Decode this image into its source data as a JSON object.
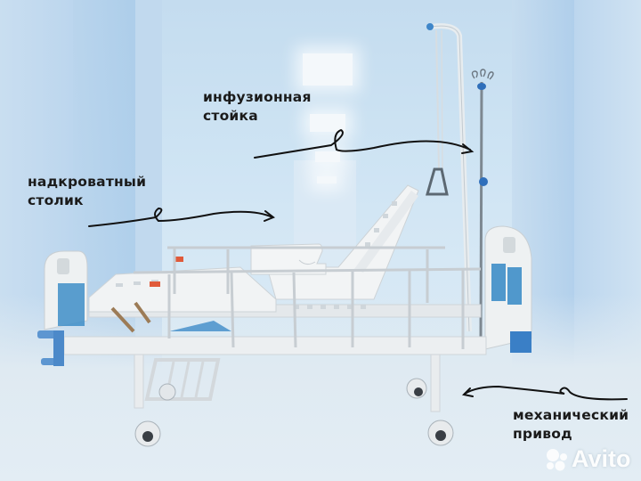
{
  "image": {
    "description": "Medical functional bed photographed in a hospital corridor with annotation labels",
    "background_color": "#cfe3f3",
    "accent_color": "#3f86c9"
  },
  "labels": {
    "iv_stand": {
      "line1": "инфузионная",
      "line2": "стойка"
    },
    "overbed_table": {
      "line1": "надкроватный",
      "line2": "столик"
    },
    "mechanical_drive": {
      "line1": "механический",
      "line2": "привод"
    }
  },
  "watermark": {
    "text": "Avito",
    "icon": "avito-dots-icon"
  }
}
